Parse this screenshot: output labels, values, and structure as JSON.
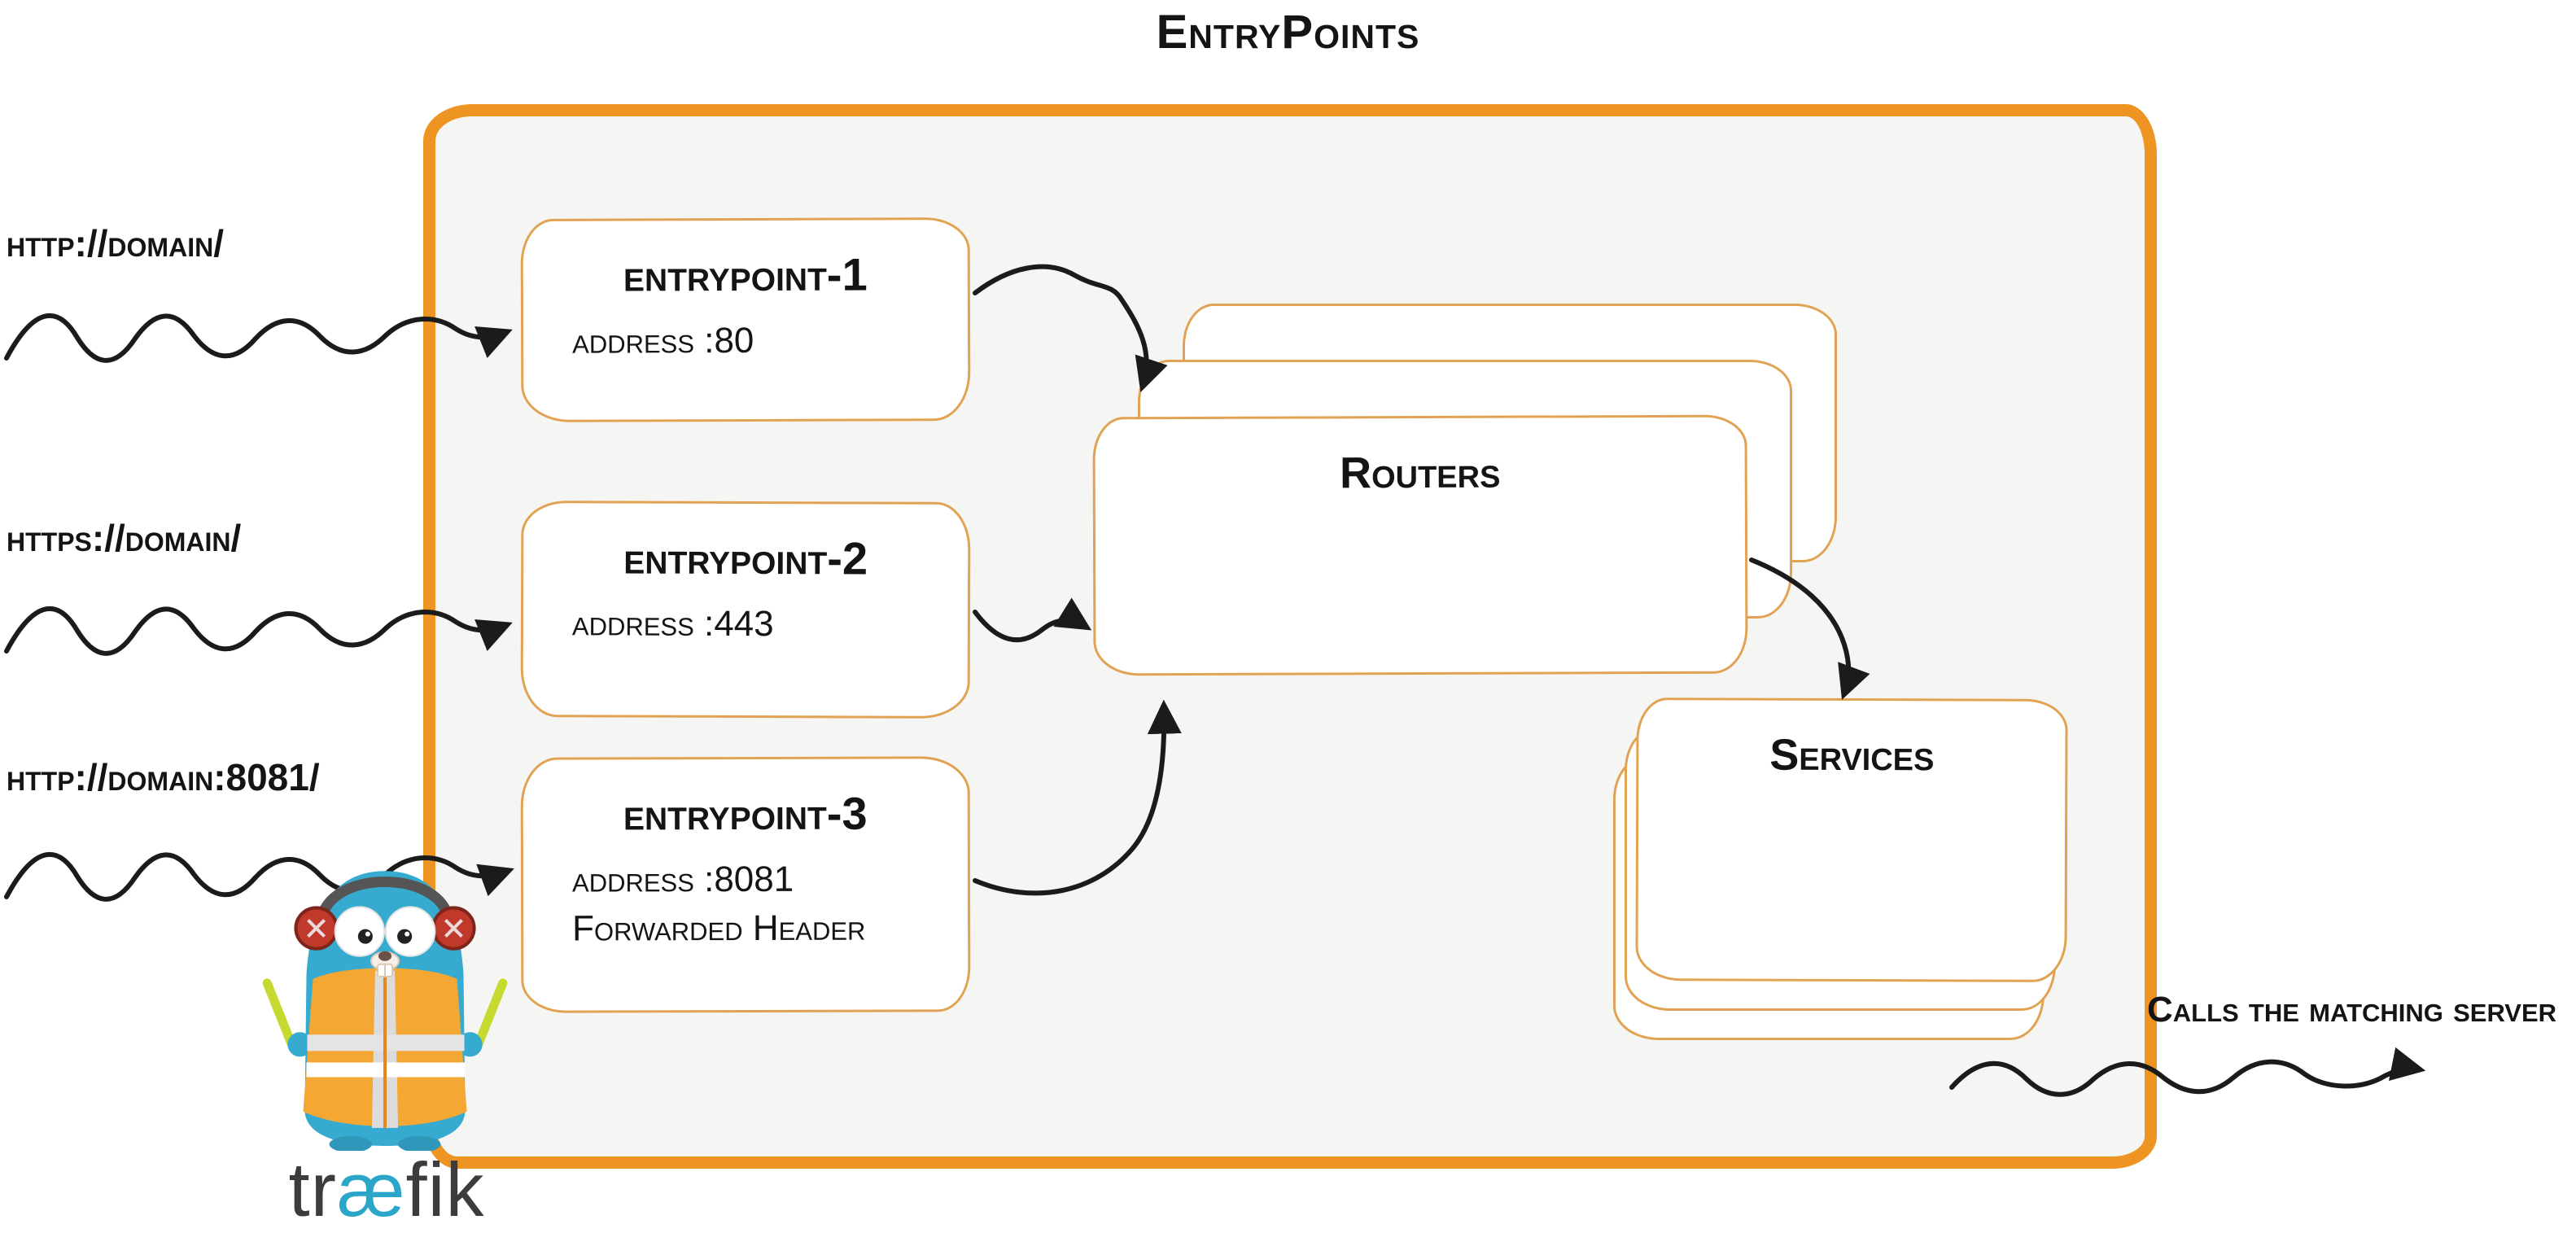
{
  "title": "EntryPoints",
  "requests": [
    {
      "label": "http://domain/"
    },
    {
      "label": "https://domain/"
    },
    {
      "label": "http://domain:8081/"
    }
  ],
  "entrypoints": [
    {
      "name": "entrypoint-1",
      "address": "address :80"
    },
    {
      "name": "entrypoint-2",
      "address": "address :443"
    },
    {
      "name": "entrypoint-3",
      "address": "address :8081",
      "extra": "Forwarded Header"
    }
  ],
  "routers": {
    "label": "Routers"
  },
  "services": {
    "label": "Services"
  },
  "output_note": "Calls the matching server",
  "logo": {
    "prefix": "tr",
    "ligature": "æ",
    "suffix": "fik"
  },
  "colors": {
    "frame_orange": "#EE9422",
    "box_border_orange": "#E1A353",
    "container_fill": "#F5F5F3",
    "arrow_black": "#1B1B1B",
    "traefik_teal": "#2BA6C8",
    "vest_orange": "#F5A733"
  }
}
